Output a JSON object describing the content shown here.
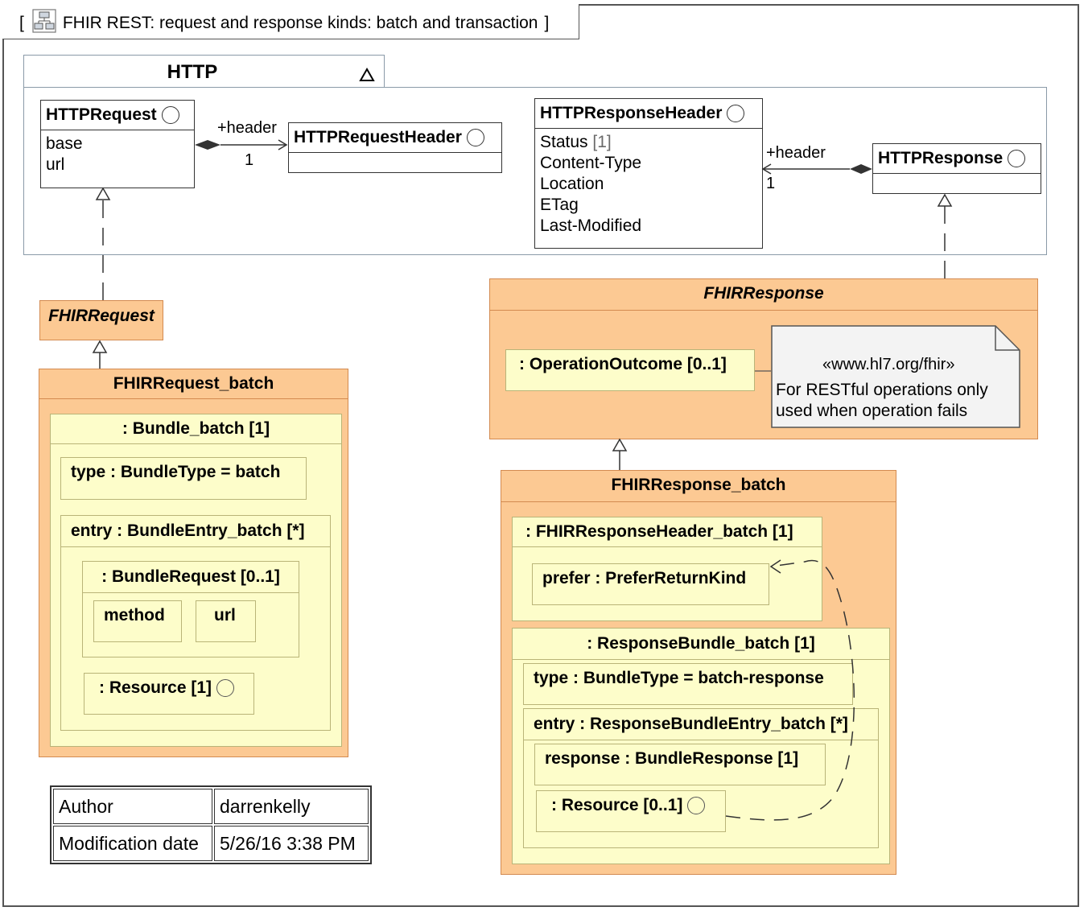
{
  "frame": {
    "bracket_open": "[",
    "title": "FHIR REST: request and response kinds: batch and transaction",
    "bracket_close": "]",
    "icon": "package-diagram-icon"
  },
  "package": {
    "name": "HTTP",
    "collapse_icon": "triangle-up-icon"
  },
  "http_request": {
    "name": "HTTPRequest",
    "attrs": [
      "base",
      "url"
    ]
  },
  "http_request_header": {
    "name": "HTTPRequestHeader"
  },
  "http_response_header": {
    "name": "HTTPResponseHeader",
    "attrs": [
      {
        "name": "Status",
        "multiplicity": "[1]"
      },
      {
        "name": "Content-Type"
      },
      {
        "name": "Location"
      },
      {
        "name": "ETag"
      },
      {
        "name": "Last-Modified"
      }
    ]
  },
  "http_response": {
    "name": "HTTPResponse"
  },
  "assoc_request": {
    "role": "+header",
    "multiplicity": "1"
  },
  "assoc_response": {
    "role": "+header",
    "multiplicity": "1"
  },
  "fhir_request": {
    "name": "FHIRRequest"
  },
  "fhir_request_batch": {
    "name": "FHIRRequest_batch",
    "bundle": ": Bundle_batch [1]",
    "type": "type : BundleType = batch",
    "entry": "entry : BundleEntry_batch [*]",
    "bundle_request": ": BundleRequest [0..1]",
    "method": "method",
    "url": "url",
    "resource": ": Resource [1]"
  },
  "fhir_response": {
    "name": "FHIRResponse",
    "outcome": ": OperationOutcome [0..1]",
    "note": {
      "stereotype": "«www.hl7.org/fhir»",
      "line1": "For RESTful operations only",
      "line2": "used when operation fails"
    }
  },
  "fhir_response_batch": {
    "name": "FHIRResponse_batch",
    "header": ": FHIRResponseHeader_batch [1]",
    "prefer": "prefer : PreferReturnKind",
    "bundle": ": ResponseBundle_batch [1]",
    "type": "type : BundleType = batch-response",
    "entry": "entry : ResponseBundleEntry_batch [*]",
    "response": "response : BundleResponse [1]",
    "resource": ": Resource [0..1]"
  },
  "info_table": {
    "rows": [
      {
        "key": "Author",
        "value": "darrenkelly"
      },
      {
        "key": "Modification date",
        "value": "5/26/16 3:38 PM"
      }
    ]
  },
  "colors": {
    "orange_fill": "#fcc993",
    "orange_border": "#d38a50",
    "yellow_fill": "#fdfdca",
    "yellow_border": "#b9b478",
    "package_border": "#8a9aa8",
    "note_fill": "#f3f3f3"
  }
}
